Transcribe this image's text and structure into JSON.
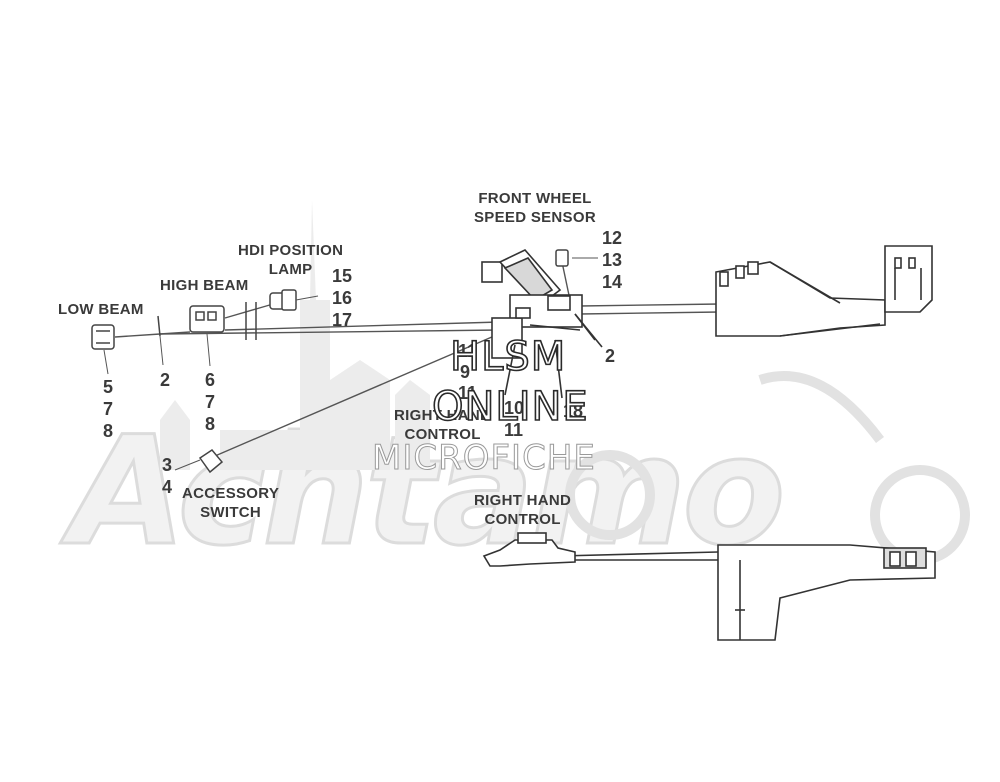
{
  "labels": {
    "low_beam": "LOW BEAM",
    "high_beam": "HIGH BEAM",
    "hdi_position_lamp": "HDI POSITION\nLAMP",
    "front_wheel_speed_sensor": "FRONT WHEEL\nSPEED SENSOR",
    "right_hand_control_1": "RIGHT HAND\nCONTROL",
    "accessory_switch": "ACCESSORY\nSWITCH",
    "right_hand_control_2": "RIGHT HAND\nCONTROL"
  },
  "callouts": {
    "n15": "15",
    "n16": "16",
    "n17": "17",
    "n12": "12",
    "n13": "13",
    "n14": "14",
    "n2_left": "2",
    "n6": "6",
    "n7_mid": "7",
    "n8_mid": "8",
    "n5": "5",
    "n7_left": "7",
    "n8_left": "8",
    "n3": "3",
    "n4": "4",
    "n2_right": "2",
    "n11_top": "11",
    "n9": "9",
    "n11_mid": "11",
    "n10": "10",
    "n11_bot": "11",
    "n18": "18"
  },
  "watermark": {
    "line1": "HLSM",
    "line2": "ONLINE",
    "line3": "MICROFICHE",
    "brand": "Achtamo"
  }
}
